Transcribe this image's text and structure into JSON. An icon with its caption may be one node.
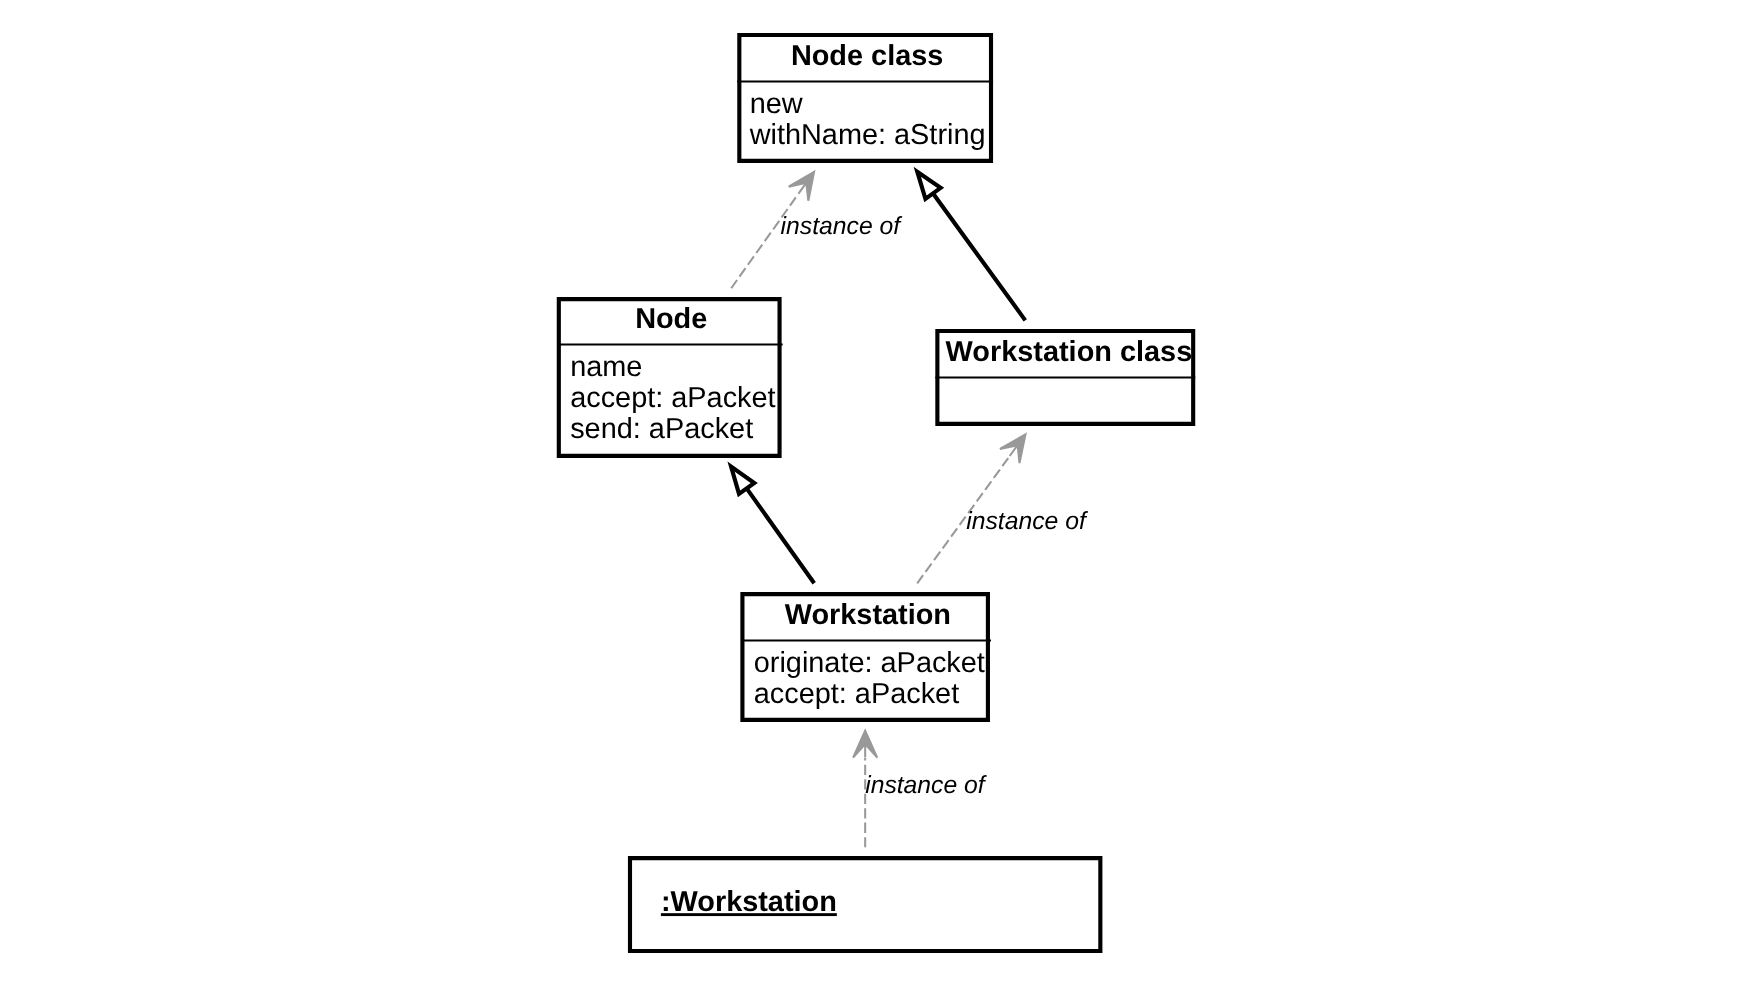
{
  "diagram": {
    "nodes": [
      {
        "text": [
          "Node class",
          "new",
          "withName: aString"
        ]
      },
      {
        "text": [
          "Node",
          "name",
          "accept: aPacket",
          "send: aPacket"
        ]
      },
      {
        "text": [
          "Workstation class"
        ]
      },
      {
        "text": [
          "Workstation",
          "originate: aPacket",
          "accept: aPacket"
        ]
      },
      {
        "text": [
          ":Workstation"
        ]
      }
    ],
    "edges": [
      {
        "from": 1,
        "to": 0,
        "arrow": "to",
        "label": "instance of",
        "style": "dashed",
        "color": "#999999"
      },
      {
        "from": 2,
        "to": 0,
        "arrow": "to",
        "color": "#000000"
      },
      {
        "from": 3,
        "to": 1,
        "arrow": "to",
        "color": "#000000"
      },
      {
        "from": 3,
        "to": 2,
        "arrow": "to",
        "label": "instance of",
        "style": "dashed",
        "color": "#999999"
      },
      {
        "from": 4,
        "to": 3,
        "arrow": "to",
        "label": "instance of",
        "style": "dashed",
        "color": "#999999"
      }
    ]
  }
}
